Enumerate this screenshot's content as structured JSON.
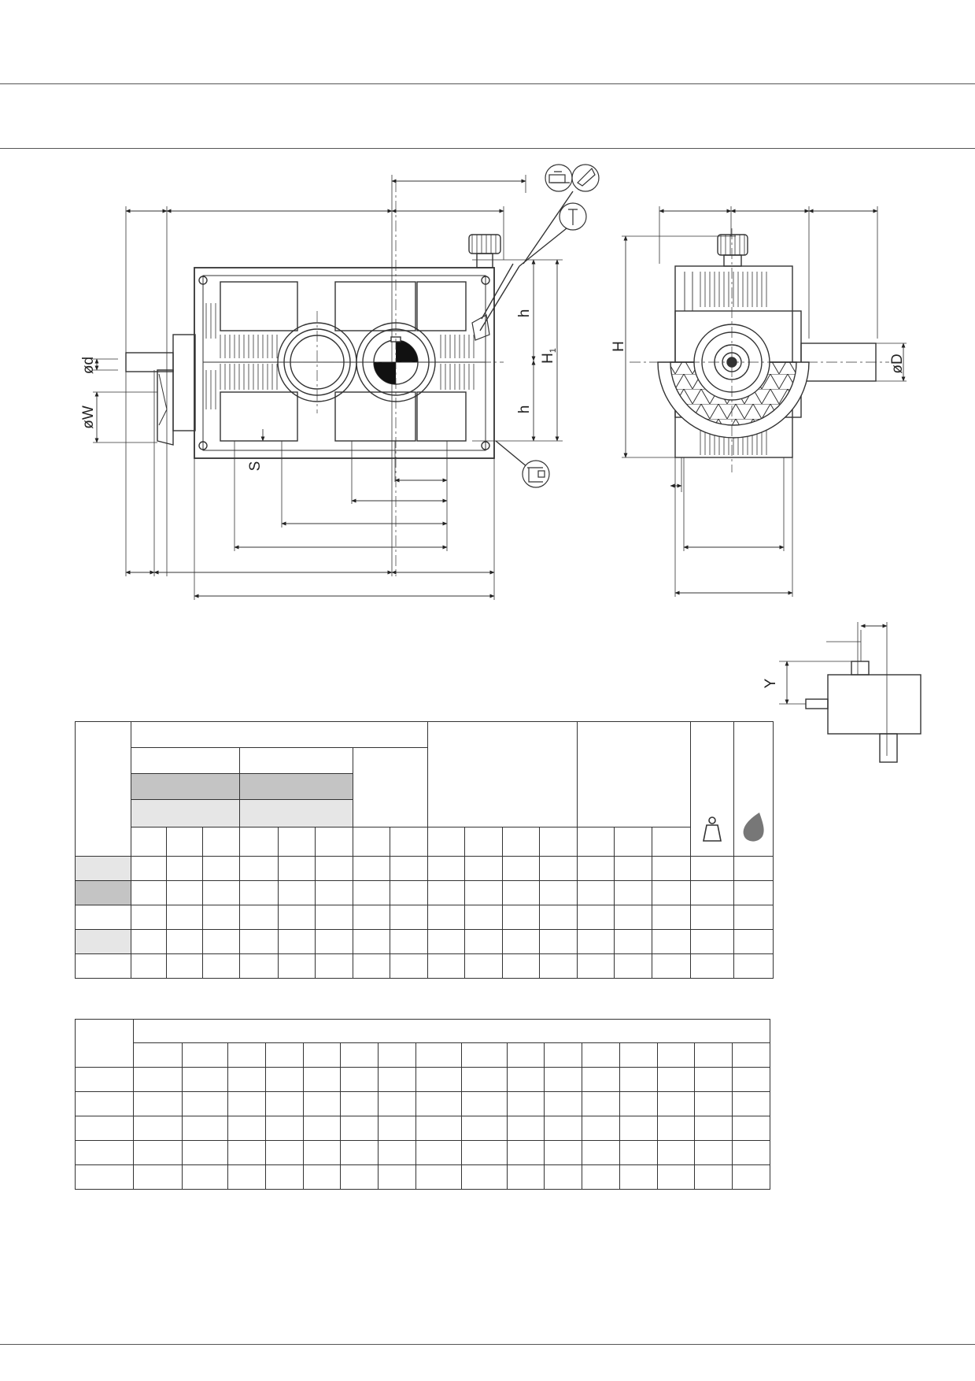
{
  "labels": {
    "d": "ød",
    "W": "øW",
    "S": "S",
    "h_upper": "h",
    "h_lower": "h",
    "H1": "H",
    "H1_sub": "1",
    "H": "H",
    "D": "øD",
    "Y": "Y"
  },
  "icons": [
    "mounting-icon",
    "tilt-icon",
    "dipstick-icon",
    "drain-icon",
    "weight-icon",
    "oil-drop-icon"
  ],
  "colors": {
    "line": "#333333",
    "dark_fill": "#c4c4c4",
    "light_fill": "#e6e6e6",
    "icon_fill": "#777777"
  }
}
